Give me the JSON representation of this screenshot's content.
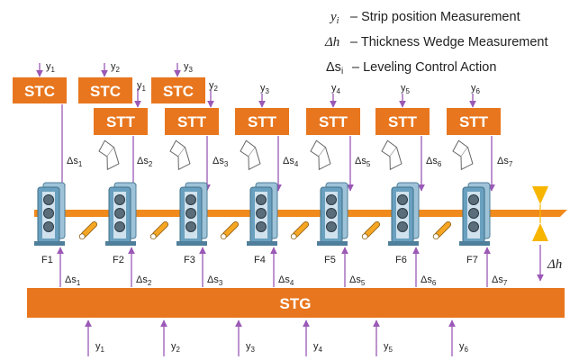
{
  "legend": [
    {
      "symbol": "y",
      "sub": "i",
      "text": "– Strip position Measurement"
    },
    {
      "symbol": "Δh",
      "sub": "",
      "text": "– Thickness Wedge Measurement"
    },
    {
      "symbol": "Δs",
      "sub": "i",
      "text": "– Leveling Control Action"
    }
  ],
  "stc_label": "STC",
  "stt_label": "STT",
  "stg_label": "STG",
  "stc_units": [
    {
      "label": "STC",
      "y": "y",
      "y_sub": "1"
    },
    {
      "label": "STC",
      "y": "y",
      "y_sub": "2"
    },
    {
      "label": "STC",
      "y": "y",
      "y_sub": "3"
    }
  ],
  "stt_units": [
    {
      "label": "STT",
      "y": "y",
      "y_sub": "1",
      "ds": "Δs",
      "ds_sub": "2"
    },
    {
      "label": "STT",
      "y": "y",
      "y_sub": "2",
      "ds": "Δs",
      "ds_sub": "3"
    },
    {
      "label": "STT",
      "y": "y",
      "y_sub": "3",
      "ds": "Δs",
      "ds_sub": "4"
    },
    {
      "label": "STT",
      "y": "y",
      "y_sub": "4",
      "ds": "Δs",
      "ds_sub": "5"
    },
    {
      "label": "STT",
      "y": "y",
      "y_sub": "5",
      "ds": "Δs",
      "ds_sub": "6"
    },
    {
      "label": "STT",
      "y": "y",
      "y_sub": "6",
      "ds": "Δs",
      "ds_sub": "7"
    }
  ],
  "top_ds1": {
    "ds": "Δs",
    "ds_sub": "1"
  },
  "stands": [
    "F1",
    "F2",
    "F3",
    "F4",
    "F5",
    "F6",
    "F7"
  ],
  "stg_outputs": [
    {
      "ds": "Δs",
      "ds_sub": "1"
    },
    {
      "ds": "Δs",
      "ds_sub": "2"
    },
    {
      "ds": "Δs",
      "ds_sub": "3"
    },
    {
      "ds": "Δs",
      "ds_sub": "4"
    },
    {
      "ds": "Δs",
      "ds_sub": "5"
    },
    {
      "ds": "Δs",
      "ds_sub": "6"
    },
    {
      "ds": "Δs",
      "ds_sub": "7"
    }
  ],
  "stg_inputs": [
    {
      "y": "y",
      "y_sub": "1"
    },
    {
      "y": "y",
      "y_sub": "2"
    },
    {
      "y": "y",
      "y_sub": "3"
    },
    {
      "y": "y",
      "y_sub": "4"
    },
    {
      "y": "y",
      "y_sub": "5"
    },
    {
      "y": "y",
      "y_sub": "6"
    }
  ],
  "dh_label": "Δh",
  "colors": {
    "box": "#e8761e",
    "arrow": "#9b59b6",
    "stand": "#6aa0bf",
    "strip": "#f08a1c"
  }
}
